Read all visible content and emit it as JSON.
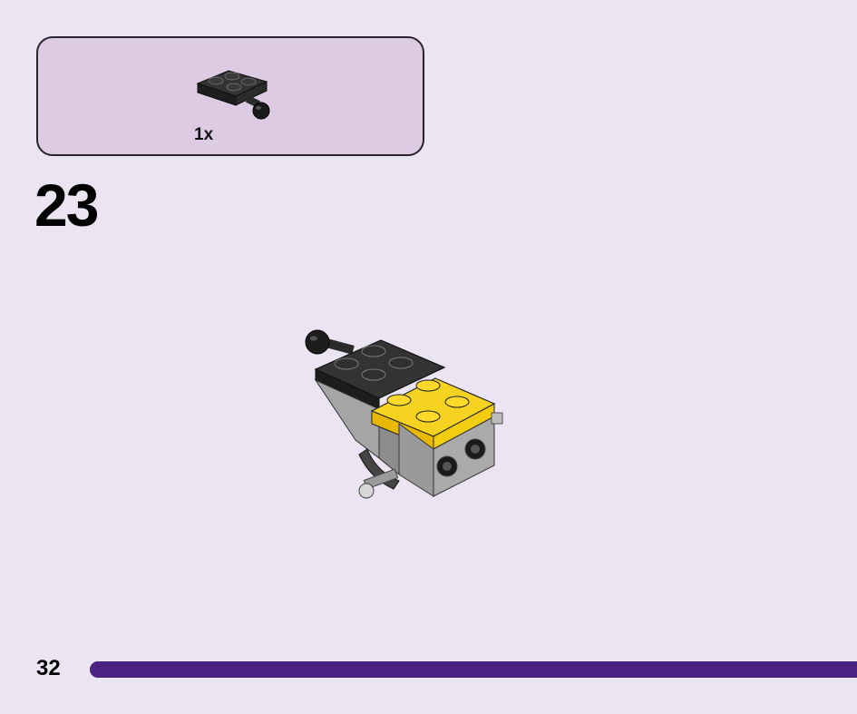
{
  "parts_box": {
    "quantity": "1x",
    "part_icon": "black-plate-2x2-with-towball-icon"
  },
  "step": {
    "number": "23",
    "model_icon": "assembled-model-icon"
  },
  "footer": {
    "page_number": "32"
  },
  "colors": {
    "background": "#ebe4f2",
    "parts_box": "#dccbe3",
    "progress_bar": "#4b2181",
    "brick_yellow": "#f6d321",
    "brick_black": "#2a2a2a",
    "brick_gray": "#a5a5a5"
  }
}
